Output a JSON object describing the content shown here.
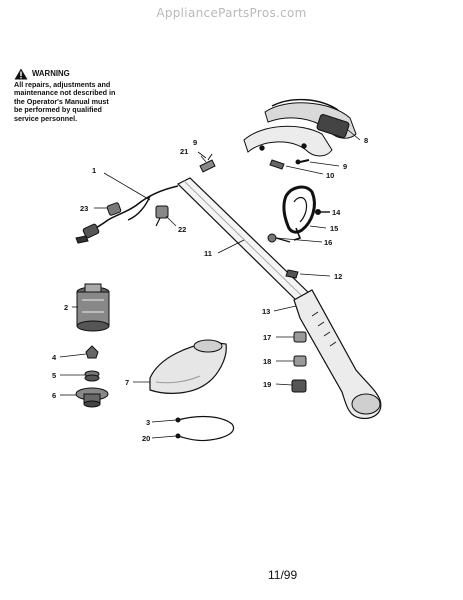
{
  "watermark": "AppliancePartsPros.com",
  "warning": {
    "heading": "WARNING",
    "lines": [
      "All repairs, adjustments and",
      "maintenance not described in",
      "the Operator's Manual must",
      "be performed by qualified",
      "service personnel."
    ]
  },
  "part_labels": {
    "p1": "1",
    "p2": "2",
    "p3": "3",
    "p4": "4",
    "p5": "5",
    "p6": "6",
    "p7": "7",
    "p8": "8",
    "p9a": "9",
    "p9b": "9",
    "p10": "10",
    "p11": "11",
    "p12": "12",
    "p13": "13",
    "p14": "14",
    "p15": "15",
    "p16": "16",
    "p17": "17",
    "p18": "18",
    "p19": "19",
    "p20": "20",
    "p21": "21",
    "p22": "22",
    "p23": "23"
  },
  "footer": "11/99",
  "icons": {
    "warning": "warning-triangle-icon"
  }
}
